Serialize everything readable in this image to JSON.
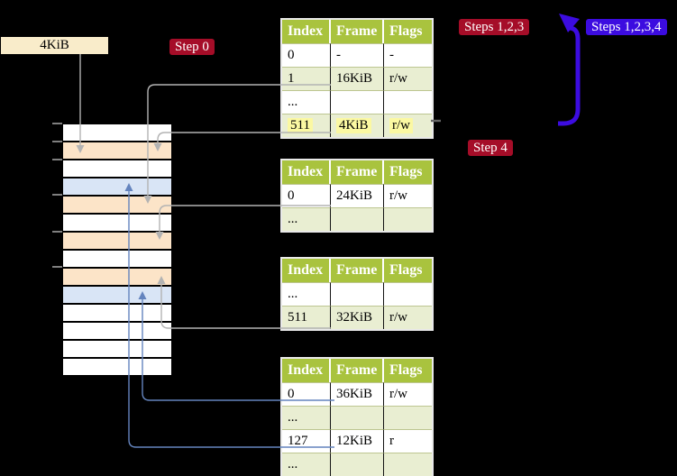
{
  "colors": {
    "background": "#000000",
    "table_header": "#a9c33e",
    "table_row_alt": "#e9eed2",
    "table_border": "#e9e9e9",
    "highlight": "#fbf8a2",
    "badge_red": "#a50d28",
    "badge_blue": "#3c0ce0",
    "label_box": "#f9ecca",
    "stack_orange": "#fce4c8",
    "stack_blue": "#d9e5f6",
    "arrow_gray": "#b3b3b3",
    "arrow_blue": "#6484be"
  },
  "labels": {
    "frame_size_label": "4KiB",
    "badge_step0": "Step 0",
    "badge_steps123": "Steps 1,2,3",
    "badge_steps1234": "Steps 1,2,3,4",
    "badge_step4": "Step 4"
  },
  "tables": [
    {
      "level": "level-4",
      "headers": [
        "Index",
        "Frame",
        "Flags"
      ],
      "rows": [
        {
          "cells": [
            "0",
            "-",
            "-"
          ]
        },
        {
          "cells": [
            "1",
            "16KiB",
            "r/w"
          ]
        },
        {
          "cells": [
            "...",
            "",
            ""
          ]
        },
        {
          "cells": [
            "511",
            "4KiB",
            "r/w"
          ],
          "highlight": true
        }
      ]
    },
    {
      "level": "level-3",
      "headers": [
        "Index",
        "Frame",
        "Flags"
      ],
      "rows": [
        {
          "cells": [
            "0",
            "24KiB",
            "r/w"
          ]
        },
        {
          "cells": [
            "...",
            "",
            ""
          ]
        }
      ]
    },
    {
      "level": "level-2",
      "headers": [
        "Index",
        "Frame",
        "Flags"
      ],
      "rows": [
        {
          "cells": [
            "...",
            "",
            ""
          ]
        },
        {
          "cells": [
            "511",
            "32KiB",
            "r/w"
          ]
        }
      ]
    },
    {
      "level": "level-1",
      "headers": [
        "Index",
        "Frame",
        "Flags"
      ],
      "rows": [
        {
          "cells": [
            "0",
            "36KiB",
            "r/w"
          ]
        },
        {
          "cells": [
            "...",
            "",
            ""
          ]
        },
        {
          "cells": [
            "127",
            "12KiB",
            "r"
          ]
        },
        {
          "cells": [
            "...",
            "",
            ""
          ]
        }
      ]
    }
  ],
  "stack": {
    "rows": [
      "white",
      "orange",
      "white",
      "blue",
      "orange",
      "white",
      "orange",
      "white",
      "orange",
      "blue",
      "white",
      "white",
      "white",
      "white"
    ]
  }
}
